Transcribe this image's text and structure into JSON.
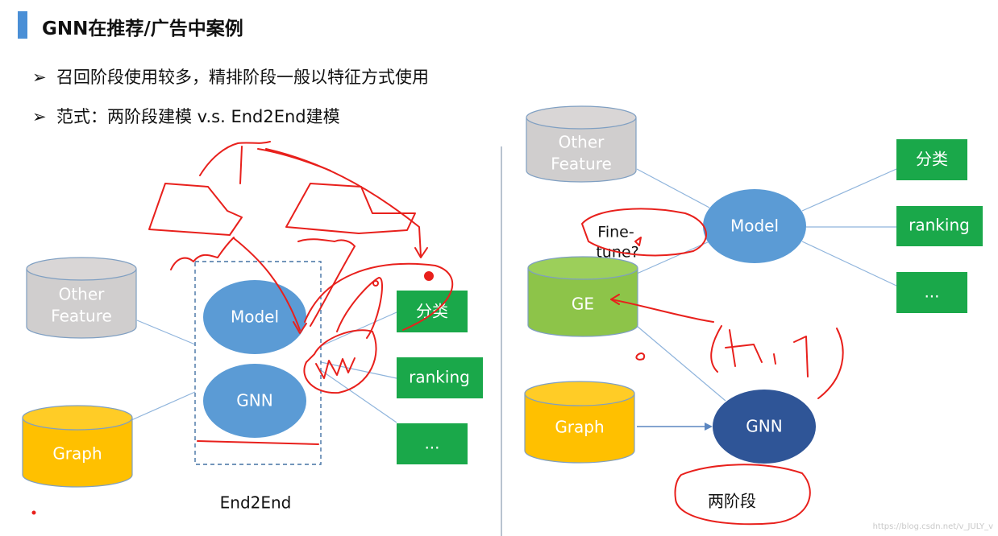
{
  "title": "GNN在推荐/广告中案例",
  "bullets": [
    {
      "marker": "➢",
      "text": "召回阶段使用较多，精排阶段一般以特征方式使用"
    },
    {
      "marker": "➢",
      "text": "范式：两阶段建模 v.s. End2End建模"
    }
  ],
  "left": {
    "other_feature": [
      "Other",
      "Feature"
    ],
    "graph": "Graph",
    "model": "Model",
    "gnn": "GNN",
    "outputs": [
      "分类",
      "ranking",
      "..."
    ],
    "caption": "End2End"
  },
  "right": {
    "other_feature": [
      "Other",
      "Feature"
    ],
    "ge": "GE",
    "graph": "Graph",
    "model": "Model",
    "gnn": "GNN",
    "outputs": [
      "分类",
      "ranking",
      "..."
    ],
    "finetune": [
      "Fine-",
      "tune?"
    ],
    "caption": "两阶段"
  },
  "watermark": "https://blog.csdn.net/v_JULY_v",
  "colors": {
    "accent": "#4a8fd6",
    "model_blue": "#5b9bd5",
    "gnn_dark": "#2f5597",
    "green_output": "#1aa84a",
    "ge_green": "#8dc449",
    "graph_yellow": "#ffc000",
    "other_grey": "#d0cece",
    "ink_red": "#e8201c",
    "connector": "#8fb4dc"
  }
}
